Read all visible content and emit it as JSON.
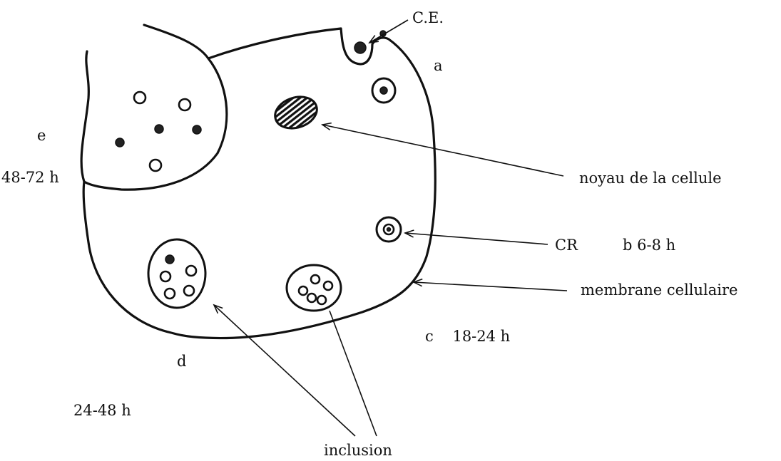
{
  "labels": {
    "ce": "C.E.",
    "a": "a",
    "e": "e",
    "e_time": "48-72 h",
    "nucleus": "noyau de la cellule",
    "cr": "CR",
    "b_time": "b 6-8 h",
    "membrane": "membrane cellulaire",
    "c_time": "c    18-24 h",
    "d": "d",
    "d_time": "24-48 h",
    "inclusion": "inclusion"
  }
}
